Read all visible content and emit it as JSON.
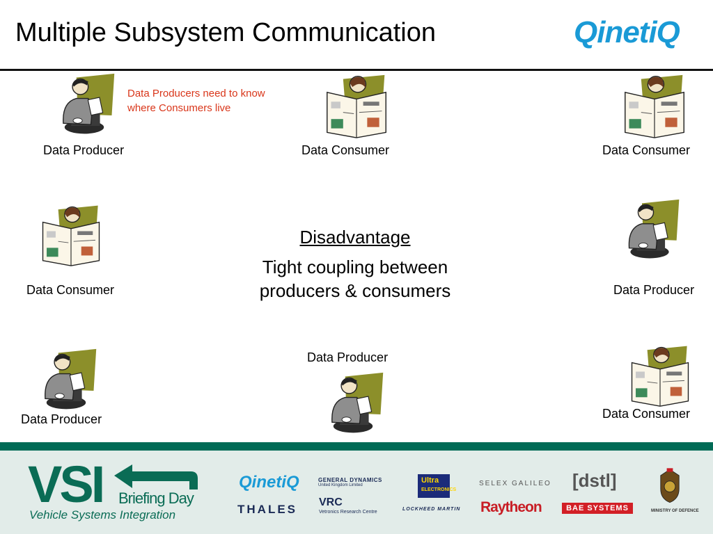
{
  "slide": {
    "title": "Multiple Subsystem Communication",
    "logo_text": "QinetiQ",
    "note": [
      "Data Producers need to know",
      "where Consumers live"
    ],
    "disadvantage_heading": "Disadvantage",
    "disadvantage_text": [
      "Tight coupling between",
      "producers & consumers"
    ]
  },
  "nodes": [
    {
      "label": "Data Producer",
      "icon": "typist-icon"
    },
    {
      "label": "Data Consumer",
      "icon": "newspaper-reader-icon"
    },
    {
      "label": "Data Consumer",
      "icon": "newspaper-reader-icon"
    },
    {
      "label": "Data Consumer",
      "icon": "newspaper-reader-icon"
    },
    {
      "label": "Data Producer",
      "icon": "typist-icon"
    },
    {
      "label": "Data Producer",
      "icon": "typist-icon"
    },
    {
      "label": "Data Producer",
      "icon": "typist-icon"
    },
    {
      "label": "Data Consumer",
      "icon": "newspaper-reader-icon"
    }
  ],
  "footer": {
    "brand": "VSI",
    "brand_sub": "Briefing Day",
    "brand_caption": "Vehicle Systems Integration",
    "sponsors": {
      "qinetiq": "QinetiQ",
      "general_dynamics": "GENERAL DYNAMICS",
      "general_dynamics_sub": "United Kingdom Limited",
      "ultra": [
        "Ultra",
        "ELECTRONICS"
      ],
      "selex": "SELEX GALILEO",
      "dstl": "[dstl]",
      "thales": "THALES",
      "vrc": "VRC",
      "vrc_sub": "Vetronics Research Centre",
      "lockheed": "LOCKHEED MARTIN",
      "raytheon": "Raytheon",
      "bae": "BAE SYSTEMS",
      "mod": "MINISTRY OF DEFENCE"
    }
  },
  "colors": {
    "accent_blue": "#1a9ad6",
    "note_red": "#d9361a",
    "footer_green": "#006b56",
    "footer_bg": "#e2ece9",
    "icon_olive": "#8c8f2a"
  }
}
